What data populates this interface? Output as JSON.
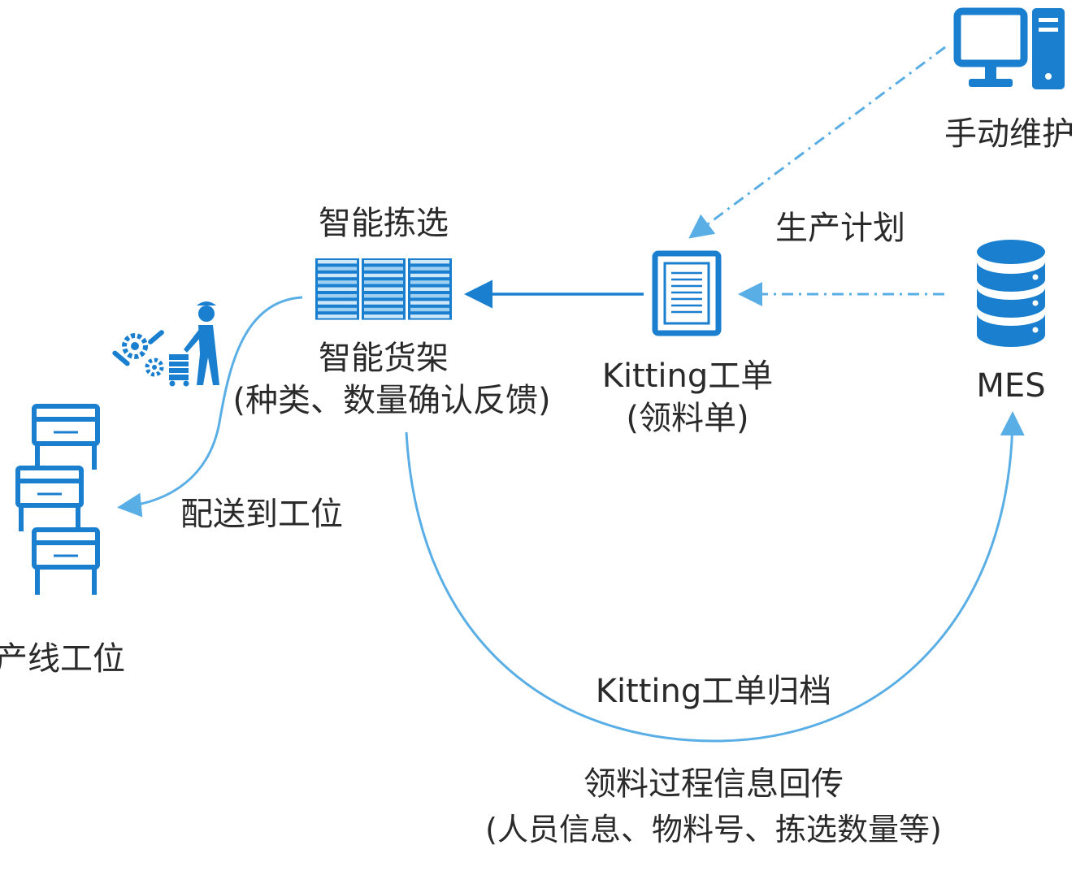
{
  "nodes": {
    "manual": {
      "label": "手动维护"
    },
    "mes": {
      "label": "MES"
    },
    "kitting": {
      "line1": "Kitting工单",
      "line2": "(领料单)"
    },
    "shelf": {
      "top": "智能拣选",
      "line1": "智能货架",
      "line2": "(种类、数量确认反馈)"
    },
    "line": {
      "label": "产线工位"
    }
  },
  "edges": {
    "plan": "生产计划",
    "deliver": "配送到工位",
    "archive": "Kitting工单归档",
    "feedback_line1": "领料过程信息回传",
    "feedback_line2": "(人员信息、物料号、拣选数量等)"
  },
  "colors": {
    "primary": "#1a7fcf",
    "light": "#5aaee6",
    "text": "#2a2a2a"
  },
  "icons": [
    "computer-icon",
    "database-icon",
    "document-icon",
    "shelf-rack-icon",
    "worker-cart-icon",
    "gears-icon",
    "workstation-icon"
  ]
}
